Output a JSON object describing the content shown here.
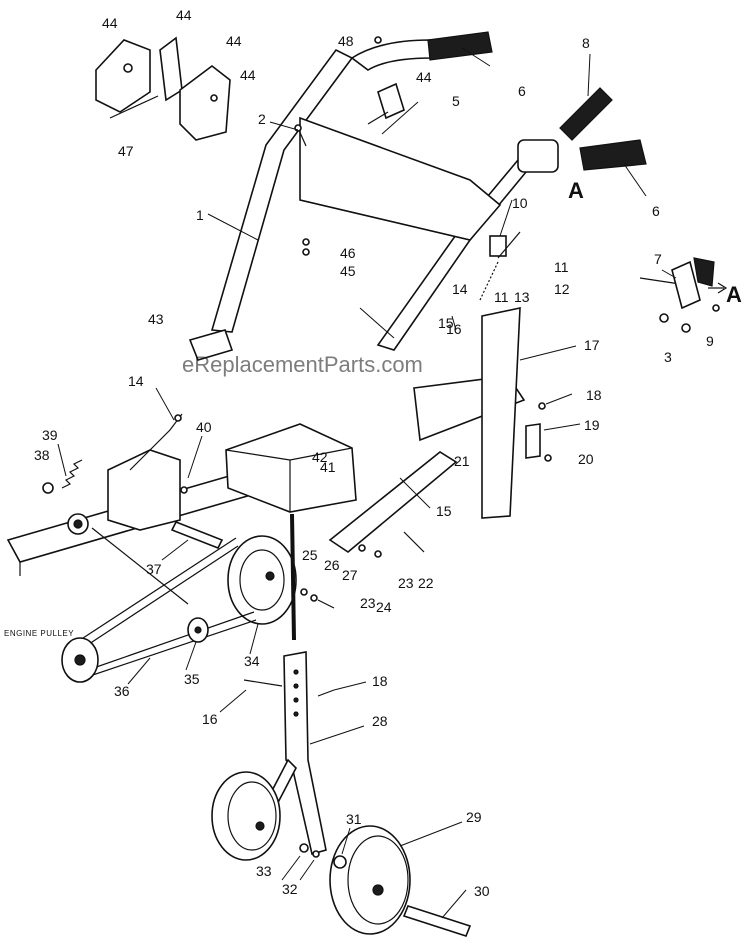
{
  "diagram": {
    "watermark": "eReplacementParts.com",
    "engine_pulley_label": "ENGINE PULLEY",
    "callout_a": "A",
    "labels": [
      "1",
      "2",
      "3",
      "5",
      "6",
      "7",
      "8",
      "9",
      "10",
      "11",
      "12",
      "13",
      "14",
      "15",
      "16",
      "17",
      "18",
      "19",
      "20",
      "21",
      "22",
      "23",
      "24",
      "25",
      "26",
      "27",
      "28",
      "29",
      "30",
      "31",
      "32",
      "33",
      "34",
      "35",
      "36",
      "37",
      "38",
      "39",
      "40",
      "41",
      "42",
      "43",
      "44",
      "45",
      "46",
      "47",
      "48"
    ]
  }
}
